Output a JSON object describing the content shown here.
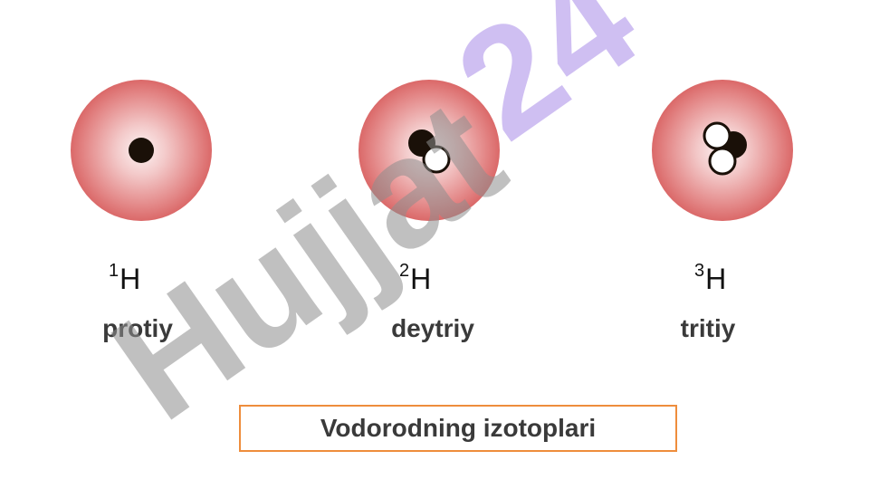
{
  "isotopes": [
    {
      "mass_number": "1",
      "symbol": "H",
      "name": "protiy"
    },
    {
      "mass_number": "2",
      "symbol": "H",
      "name": "deytriy"
    },
    {
      "mass_number": "3",
      "symbol": "H",
      "name": "tritiy"
    }
  ],
  "caption": "Vodorodning izotoplari",
  "watermark": {
    "text": "Hujjat24"
  },
  "colors": {
    "electron_cloud": "#d24a4a",
    "proton": "#1a1008",
    "neutron": "#ffffff",
    "caption_border": "#ee8d3c",
    "label_text": "#3a3a3a"
  }
}
